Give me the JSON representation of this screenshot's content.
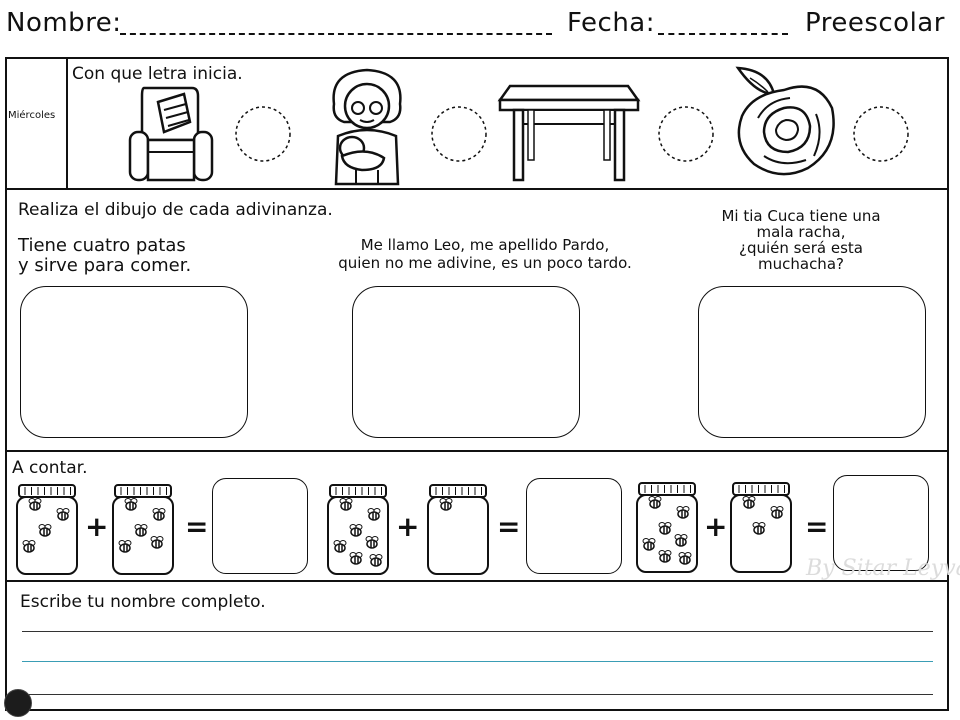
{
  "header": {
    "nombre_label": "Nombre:",
    "fecha_label": "Fecha:",
    "level": "Preescolar"
  },
  "section1": {
    "day": "Miércoles",
    "instruction": "Con que letra inicia.",
    "pictures": [
      "sofa-icon",
      "grandmother-with-baby-icon",
      "table-icon",
      "rose-icon"
    ]
  },
  "section2": {
    "instruction": "Realiza el dibujo de cada adivinanza.",
    "riddles": [
      {
        "line1": "Tiene cuatro patas",
        "line2": "y sirve para comer."
      },
      {
        "line1": "Me llamo Leo, me apellido Pardo,",
        "line2": "quien no me adivine, es un poco tardo."
      },
      {
        "line1": "Mi tia Cuca tiene una",
        "line2": "mala racha,",
        "line3": "¿quién será esta",
        "line4": "muchacha?"
      }
    ]
  },
  "section3": {
    "instruction": "A contar.",
    "plus": "+",
    "equals": "=",
    "problems": [
      {
        "left_bees": 4,
        "right_bees": 5
      },
      {
        "left_bees": 7,
        "right_bees": 1
      },
      {
        "left_bees": 7,
        "right_bees": 3
      }
    ]
  },
  "section4": {
    "instruction": "Escribe tu nombre completo.",
    "line_colors": [
      "#333333",
      "#3a9db5",
      "#333333"
    ]
  },
  "watermark": "By Sitar Leyva"
}
